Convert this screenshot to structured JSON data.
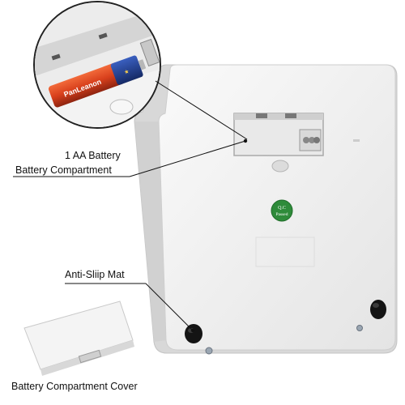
{
  "labels": {
    "battery_line_1": "1 AA Battery",
    "battery_line_2": "Battery Compartment",
    "anti_slip_mat": "Anti-Sliip Mat",
    "battery_cover": "Battery Compartment Cover"
  },
  "battery": {
    "brand": "PanLeanon"
  },
  "qc_sticker": {
    "line_1": "Q.C",
    "line_2": "Passed",
    "color": "#2e8b3a"
  },
  "colors": {
    "device_body": "#f2f2f2",
    "device_shadow": "#cfcfcf",
    "battery_red": "#d8401c",
    "battery_blue": "#1e3d8f",
    "foot_black": "#141414"
  }
}
